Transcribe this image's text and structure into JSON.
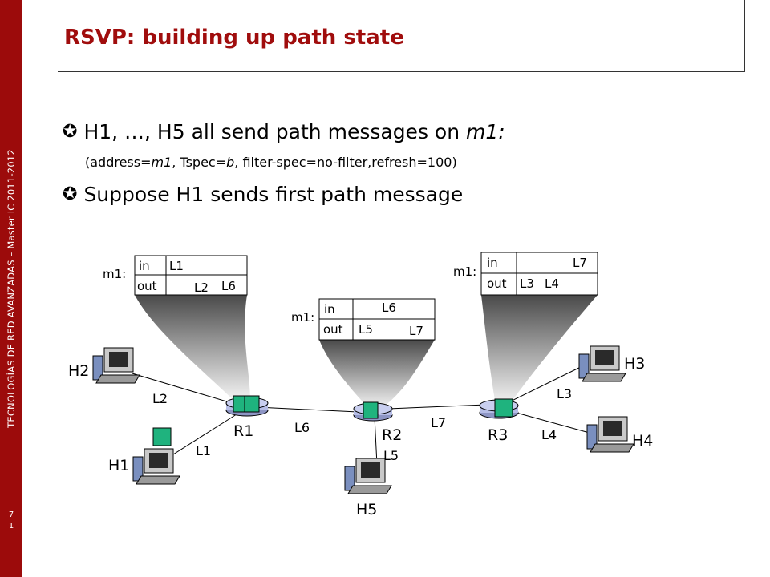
{
  "sidebar": {
    "text": "TECNOLOGÍAS DE RED AVANZADAS – Master IC 2011-2012",
    "page_top": "7",
    "page_bottom": "1"
  },
  "title": "RSVP: building up path state",
  "bullets": [
    {
      "mark": "✪",
      "text_a": "H1, …, H5 all send path messages on ",
      "text_em": "m1:"
    },
    {
      "mark": "✪",
      "text": "Suppose H1 sends first path message"
    }
  ],
  "sub": {
    "a": "(address=",
    "b": "m1",
    "c": ", Tspec=",
    "d": "b",
    "e": ", filter-spec=no-filter,refresh=100)"
  },
  "tables": {
    "r1": {
      "m": "m1:",
      "in": "in",
      "in_v": "L1",
      "out": "out",
      "out_v1": "L2",
      "out_v2": "L6"
    },
    "r2": {
      "m": "m1:",
      "in": "in",
      "in_v": "L6",
      "out": "out",
      "out_v1": "L5",
      "out_v2": "L7"
    },
    "r3": {
      "m": "m1:",
      "in": "in",
      "in_v": "L7",
      "out": "out",
      "out_v1": "L3",
      "out_v2": "L4"
    }
  },
  "nodes": {
    "h1": "H1",
    "h2": "H2",
    "h3": "H3",
    "h4": "H4",
    "h5": "H5",
    "r1": "R1",
    "r2": "R2",
    "r3": "R3"
  },
  "links": {
    "l1": "L1",
    "l2": "L2",
    "l3": "L3",
    "l4": "L4",
    "l5": "L5",
    "l6": "L6",
    "l7": "L7"
  },
  "colors": {
    "sidebar": "#9c0b0b",
    "title": "#a00d0d",
    "packet": "#1fb37e",
    "router": "#b6bde6"
  }
}
